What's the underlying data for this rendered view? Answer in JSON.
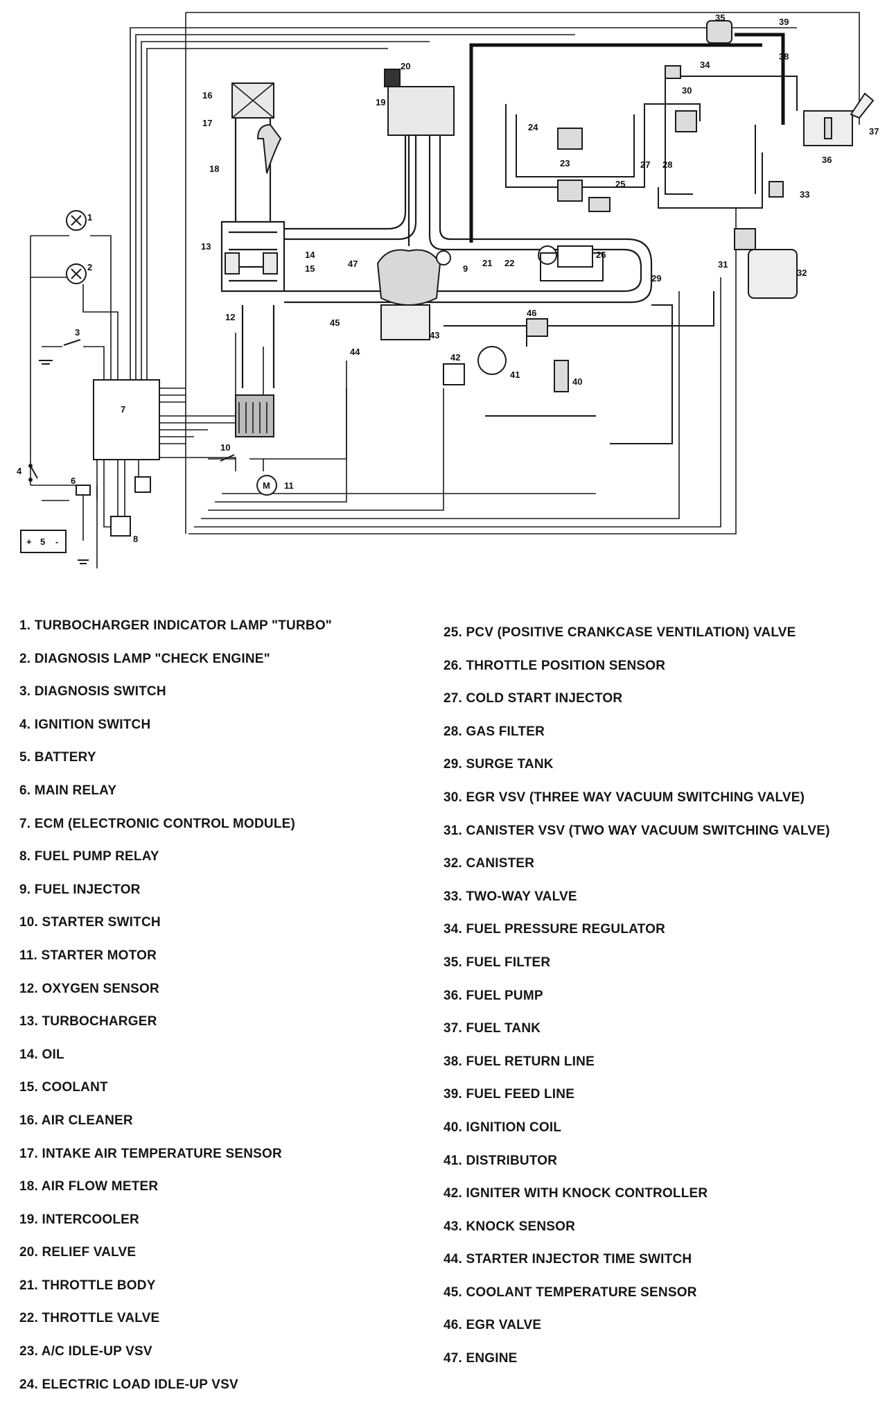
{
  "legend": [
    "1. TURBOCHARGER INDICATOR LAMP \"TURBO\"",
    "2. DIAGNOSIS LAMP \"CHECK ENGINE\"",
    "3. DIAGNOSIS SWITCH",
    "4. IGNITION SWITCH",
    "5. BATTERY",
    "6. MAIN RELAY",
    "7. ECM (ELECTRONIC CONTROL MODULE)",
    "8. FUEL PUMP RELAY",
    "9. FUEL INJECTOR",
    "10. STARTER SWITCH",
    "11. STARTER MOTOR",
    "12. OXYGEN SENSOR",
    "13. TURBOCHARGER",
    "14. OIL",
    "15. COOLANT",
    "16. AIR CLEANER",
    "17. INTAKE AIR TEMPERATURE SENSOR",
    "18. AIR FLOW METER",
    "19. INTERCOOLER",
    "20. RELIEF VALVE",
    "21. THROTTLE BODY",
    "22. THROTTLE VALVE",
    "23. A/C IDLE-UP VSV",
    "24. ELECTRIC LOAD IDLE-UP VSV",
    "25. PCV (POSITIVE CRANKCASE VENTILATION) VALVE",
    "26. THROTTLE POSITION SENSOR",
    "27. COLD START INJECTOR",
    "28. GAS FILTER",
    "29. SURGE TANK",
    "30. EGR VSV (THREE WAY VACUUM SWITCHING VALVE)",
    "31. CANISTER VSV (TWO WAY VACUUM SWITCHING VALVE)",
    "32. CANISTER",
    "33. TWO-WAY VALVE",
    "34. FUEL PRESSURE REGULATOR",
    "35. FUEL FILTER",
    "36. FUEL PUMP",
    "37. FUEL TANK",
    "38. FUEL RETURN LINE",
    "39. FUEL FEED LINE",
    "40. IGNITION COIL",
    "41. DISTRIBUTOR",
    "42. IGNITER WITH KNOCK CONTROLLER",
    "43. KNOCK SENSOR",
    "44. STARTER INJECTOR TIME SWITCH",
    "45. COOLANT TEMPERATURE SENSOR",
    "46. EGR VALVE",
    "47. ENGINE"
  ],
  "callouts": [
    "1",
    "2",
    "3",
    "4",
    "5",
    "6",
    "7",
    "8",
    "9",
    "10",
    "11",
    "12",
    "13",
    "14",
    "15",
    "16",
    "17",
    "18",
    "19",
    "20",
    "21",
    "22",
    "23",
    "24",
    "25",
    "26",
    "27",
    "28",
    "29",
    "30",
    "31",
    "32",
    "33",
    "34",
    "35",
    "36",
    "37",
    "38",
    "39",
    "40",
    "41",
    "42",
    "43",
    "44",
    "45",
    "46",
    "47"
  ],
  "symbols": {
    "starter_motor": "M",
    "battery_plus": "+",
    "battery_minus": "-"
  }
}
